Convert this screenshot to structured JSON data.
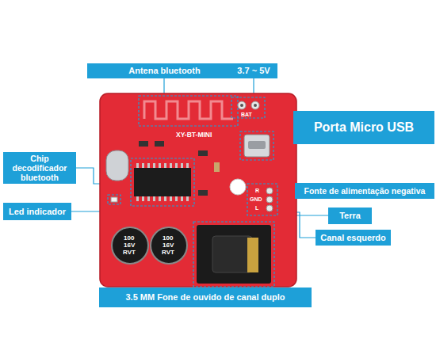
{
  "diagram": {
    "nodes": [
      {
        "text": [
          "Antena bluetooth"
        ]
      },
      {
        "text": [
          "3.7 ~ 5V"
        ]
      },
      {
        "text": [
          "Porta Micro USB"
        ]
      },
      {
        "text": [
          "Chip decodificador bluetooth"
        ]
      },
      {
        "text": [
          "Fonte de alimentação negativa"
        ]
      },
      {
        "text": [
          "Led indicador"
        ]
      },
      {
        "text": [
          "Terra"
        ]
      },
      {
        "text": [
          "Canal esquerdo"
        ]
      },
      {
        "text": [
          "3.5 MM Fone de ouvido de canal duplo"
        ]
      }
    ],
    "labels": [
      "XY-BT-MINI",
      "BAT",
      "R",
      "GND",
      "L",
      "100",
      "16V",
      "RVT",
      "100",
      "16V",
      "RVT"
    ]
  }
}
